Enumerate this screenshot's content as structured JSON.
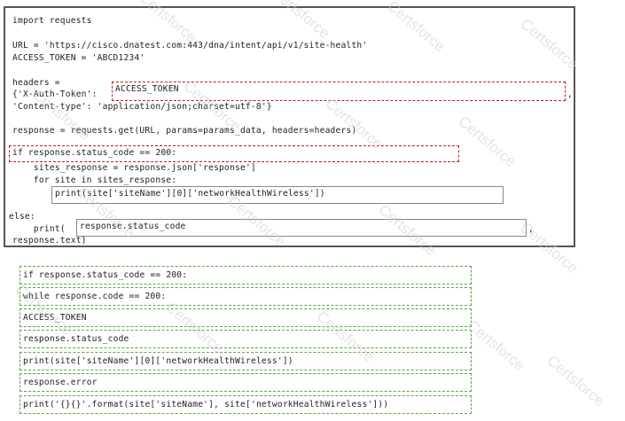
{
  "code_lines": [
    "import requests",
    "URL = 'https://cisco.dnatest.com:443/dna/intent/api/v1/site-health'",
    "ACCESS_TOKEN = 'ABCD1234'",
    "headers =",
    "{'X-Auth-Token':",
    "'Content-type': 'application/json;charset=utf-8'}",
    "response = requests.get(URL, params=params_data, headers=headers)",
    "    sites_response = response.json['response']",
    "    for site in sites_response:",
    "else:",
    "    print(",
    "response.text)",
    ","
  ],
  "blanks": [
    "ACCESS_TOKEN",
    "if response.status_code == 200:",
    "print(site['siteName'][0]['networkHealthWireless'])",
    "response.status_code"
  ],
  "trailing_commas": [
    ",",
    ","
  ],
  "options": [
    "if response.status_code == 200:",
    "while response.code == 200:",
    "ACCESS_TOKEN",
    "response.status_code",
    "print(site['siteName'][0]['networkHealthWireless'])",
    "response.error",
    "print('{}{}'.format(site['siteName'], site['networkHealthWireless']))"
  ],
  "watermark": "Certsforce"
}
